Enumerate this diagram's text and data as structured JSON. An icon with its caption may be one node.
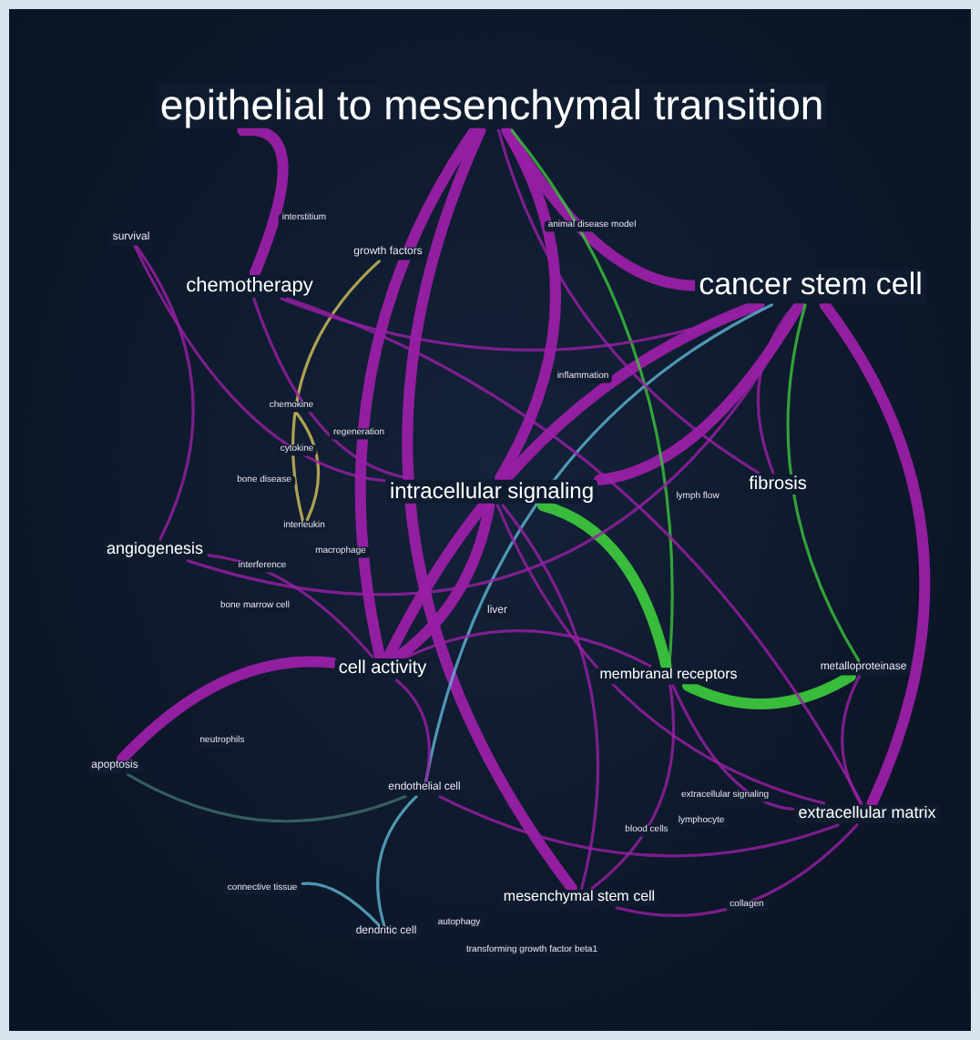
{
  "diagram": {
    "nodes": [
      {
        "text": [
          "epithelial to mesenchymal transition"
        ]
      },
      {
        "text": [
          "cancer stem cell"
        ]
      },
      {
        "text": [
          "chemotherapy"
        ]
      },
      {
        "text": [
          "intracellular signaling"
        ]
      },
      {
        "text": [
          "fibrosis"
        ]
      },
      {
        "text": [
          "angiogenesis"
        ]
      },
      {
        "text": [
          "cell activity"
        ]
      },
      {
        "text": [
          "membranal receptors"
        ]
      },
      {
        "text": [
          "metalloproteinase"
        ]
      },
      {
        "text": [
          "extracellular matrix"
        ]
      },
      {
        "text": [
          "mesenchymal stem cell"
        ]
      },
      {
        "text": [
          "apoptosis"
        ]
      },
      {
        "text": [
          "endothelial cell"
        ]
      },
      {
        "text": [
          "survival"
        ]
      },
      {
        "text": [
          "interstitium"
        ]
      },
      {
        "text": [
          "growth factors"
        ]
      },
      {
        "text": [
          "animal disease model"
        ]
      },
      {
        "text": [
          "inflammation"
        ]
      },
      {
        "text": [
          "chemokine"
        ]
      },
      {
        "text": [
          "cytokine"
        ]
      },
      {
        "text": [
          "regeneration"
        ]
      },
      {
        "text": [
          "bone disease"
        ]
      },
      {
        "text": [
          "interleukin"
        ]
      },
      {
        "text": [
          "macrophage"
        ]
      },
      {
        "text": [
          "interference"
        ]
      },
      {
        "text": [
          "bone marrow cell"
        ]
      },
      {
        "text": [
          "liver"
        ]
      },
      {
        "text": [
          "lymph flow"
        ]
      },
      {
        "text": [
          "neutrophils"
        ]
      },
      {
        "text": [
          "extracellular signaling"
        ]
      },
      {
        "text": [
          "lymphocyte"
        ]
      },
      {
        "text": [
          "blood cells"
        ]
      },
      {
        "text": [
          "connective tissue"
        ]
      },
      {
        "text": [
          "dendritic cell"
        ]
      },
      {
        "text": [
          "autophagy"
        ]
      },
      {
        "text": [
          "transforming growth factor beta1"
        ]
      },
      {
        "text": [
          "collagen"
        ]
      }
    ],
    "edges": [
      {
        "from": 0,
        "to": 1,
        "arrow": "none",
        "style": "thick"
      },
      {
        "from": 0,
        "to": 3,
        "arrow": "none",
        "style": "thick"
      },
      {
        "from": 0,
        "to": 6,
        "arrow": "none",
        "style": "thick"
      },
      {
        "from": 3,
        "to": 6,
        "arrow": "none",
        "style": "thick"
      },
      {
        "from": 6,
        "to": 11,
        "arrow": "none",
        "style": "thick"
      },
      {
        "from": 0,
        "to": 10,
        "arrow": "none",
        "style": "thick"
      },
      {
        "from": 1,
        "to": 3,
        "arrow": "none",
        "style": "thick"
      },
      {
        "from": 0,
        "to": 2,
        "arrow": "none",
        "style": "thick"
      },
      {
        "from": 1,
        "to": 9,
        "arrow": "none",
        "style": "thick"
      },
      {
        "from": 1,
        "to": 6,
        "arrow": "none",
        "style": "thick"
      },
      {
        "from": 7,
        "to": 8,
        "arrow": "none",
        "style": "thick",
        "color": "#3cc43c"
      },
      {
        "from": 3,
        "to": 7,
        "arrow": "none",
        "style": "thick",
        "color": "#3cc43c"
      },
      {
        "from": 1,
        "to": 8,
        "arrow": "none",
        "color": "#3cc43c"
      },
      {
        "from": 0,
        "to": 7,
        "arrow": "none",
        "color": "#3cc43c"
      },
      {
        "from": 1,
        "to": 12,
        "arrow": "none",
        "color": "#5fb7d4"
      },
      {
        "from": 12,
        "to": 33,
        "arrow": "none",
        "color": "#5fb7d4"
      },
      {
        "from": 32,
        "to": 33,
        "arrow": "none",
        "color": "#5fb7d4"
      },
      {
        "from": 15,
        "to": 22,
        "arrow": "none",
        "color": "#d6c35a"
      },
      {
        "from": 18,
        "to": 22,
        "arrow": "none",
        "color": "#d6c35a"
      },
      {
        "from": 2,
        "to": 1,
        "arrow": "none"
      },
      {
        "from": 13,
        "to": 3,
        "arrow": "none"
      },
      {
        "from": 13,
        "to": 5,
        "arrow": "none"
      },
      {
        "from": 5,
        "to": 1,
        "arrow": "none"
      },
      {
        "from": 2,
        "to": 9,
        "arrow": "none"
      },
      {
        "from": 3,
        "to": 9,
        "arrow": "none"
      },
      {
        "from": 7,
        "to": 9,
        "arrow": "none"
      },
      {
        "from": 6,
        "to": 7,
        "arrow": "none"
      },
      {
        "from": 10,
        "to": 7,
        "arrow": "none"
      },
      {
        "from": 4,
        "to": 1,
        "arrow": "none"
      },
      {
        "from": 0,
        "to": 4,
        "arrow": "none"
      },
      {
        "from": 8,
        "to": 9,
        "arrow": "none"
      },
      {
        "from": 6,
        "to": 12,
        "arrow": "none"
      },
      {
        "from": 12,
        "to": 9,
        "arrow": "none"
      },
      {
        "from": 5,
        "to": 6,
        "arrow": "none"
      },
      {
        "from": 11,
        "to": 12,
        "arrow": "none",
        "color": "#3f6f6a"
      },
      {
        "from": 10,
        "to": 9,
        "arrow": "none"
      },
      {
        "from": 3,
        "to": 10,
        "arrow": "none"
      },
      {
        "from": 2,
        "to": 3,
        "arrow": "none"
      }
    ]
  }
}
